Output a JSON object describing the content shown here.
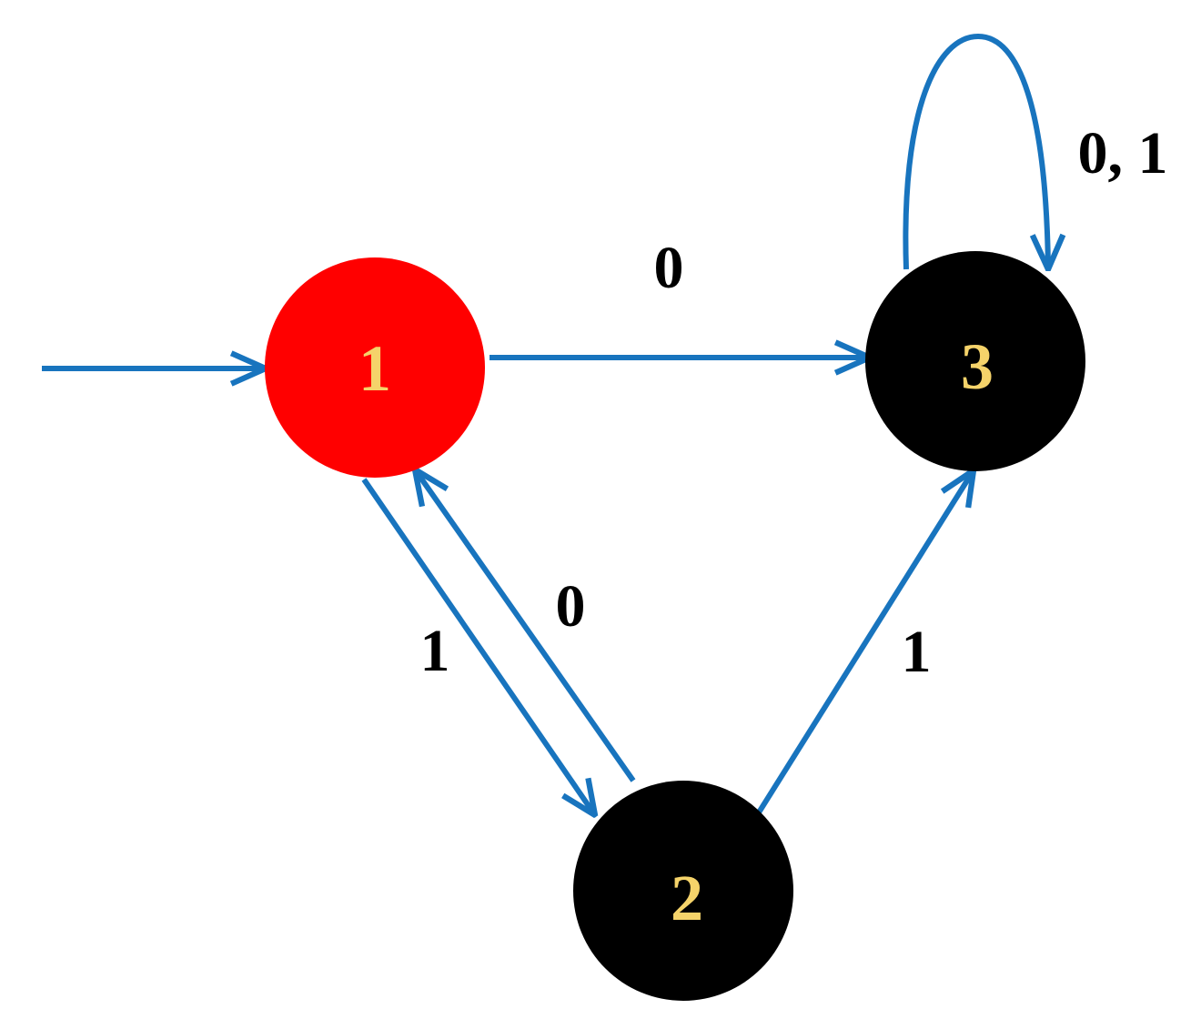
{
  "colors": {
    "edge": "#1874BE",
    "start_state_fill": "#FF0000",
    "state_fill": "#000000",
    "state_label": "#F5D36A",
    "edge_label": "#000000"
  },
  "states": [
    {
      "id": "1",
      "label": "1",
      "initial": true
    },
    {
      "id": "2",
      "label": "2",
      "initial": false
    },
    {
      "id": "3",
      "label": "3",
      "initial": false
    }
  ],
  "transitions": [
    {
      "from": "1",
      "to": "3",
      "label": "0"
    },
    {
      "from": "1",
      "to": "2",
      "label": "1"
    },
    {
      "from": "2",
      "to": "1",
      "label": "0"
    },
    {
      "from": "2",
      "to": "3",
      "label": "1"
    },
    {
      "from": "3",
      "to": "3",
      "label": "0, 1"
    }
  ]
}
